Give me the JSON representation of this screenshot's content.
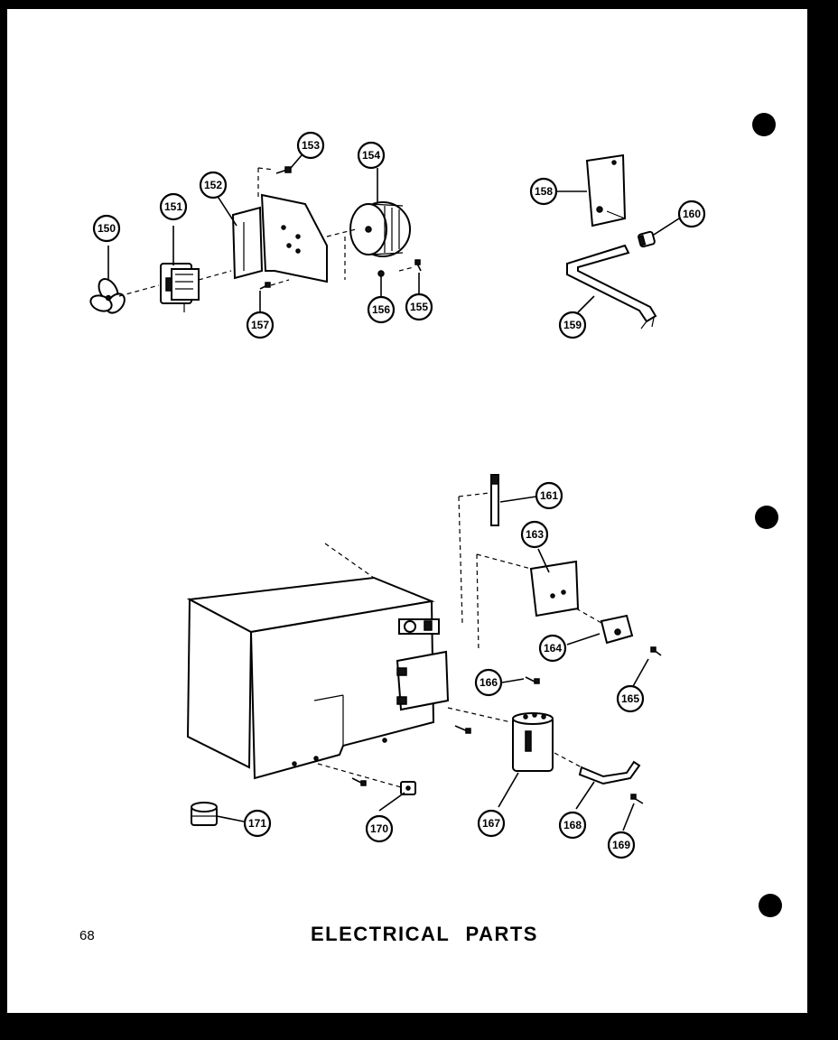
{
  "page": {
    "title": "ELECTRICAL PARTS",
    "page_number": "68"
  },
  "callouts": {
    "c150": "150",
    "c151": "151",
    "c152": "152",
    "c153": "153",
    "c154": "154",
    "c155": "155",
    "c156": "156",
    "c157": "157",
    "c158": "158",
    "c159": "159",
    "c160": "160",
    "c161": "161",
    "c163": "163",
    "c164": "164",
    "c165": "165",
    "c166": "166",
    "c167": "167",
    "c168": "168",
    "c169": "169",
    "c170": "170",
    "c171": "171"
  },
  "colors": {
    "ink": "#000000",
    "paper": "#ffffff",
    "border": "#000000"
  }
}
